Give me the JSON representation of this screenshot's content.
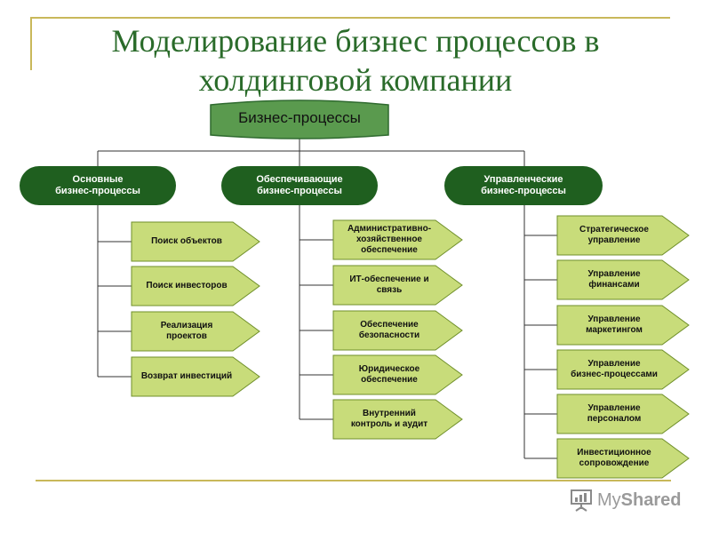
{
  "title": {
    "line1": "Моделирование бизнес процессов в",
    "line2": "холдинговой компании"
  },
  "root": {
    "label": "Бизнес-процессы"
  },
  "categories": [
    {
      "line1": "Основные",
      "line2": "бизнес-процессы",
      "items": [
        [
          "Поиск объектов"
        ],
        [
          "Поиск инвесторов"
        ],
        [
          "Реализация",
          "проектов"
        ],
        [
          "Возврат инвестиций"
        ]
      ]
    },
    {
      "line1": "Обеспечивающие",
      "line2": "бизнес-процессы",
      "items": [
        [
          "Административно-",
          "хозяйственное",
          "обеспечение"
        ],
        [
          "ИТ-обеспечение  и",
          "связь"
        ],
        [
          "Обеспечение",
          "безопасности"
        ],
        [
          "Юридическое",
          "обеспечение"
        ],
        [
          "Внутренний",
          "контроль и аудит"
        ]
      ]
    },
    {
      "line1": "Управленческие",
      "line2": "бизнес-процессы",
      "items": [
        [
          "Стратегическое",
          "управление"
        ],
        [
          "Управление",
          "финансами"
        ],
        [
          "Управление",
          "маркетингом"
        ],
        [
          "Управление",
          "бизнес-процессами"
        ],
        [
          "Управление",
          "персоналом"
        ],
        [
          "Инвестиционное",
          "сопровождение"
        ]
      ]
    }
  ],
  "colors": {
    "title": "#2a6b2a",
    "category_fill": "#1f5f1f",
    "item_fill": "#c8dc7a",
    "item_border": "#6f8f2a",
    "root_fill": "#5a9a4e",
    "frame": "#c9b85a"
  },
  "watermark": {
    "prefix": "My",
    "suffix": "Shared"
  },
  "icons": {
    "watermark_logo": "presentation-board-icon"
  }
}
